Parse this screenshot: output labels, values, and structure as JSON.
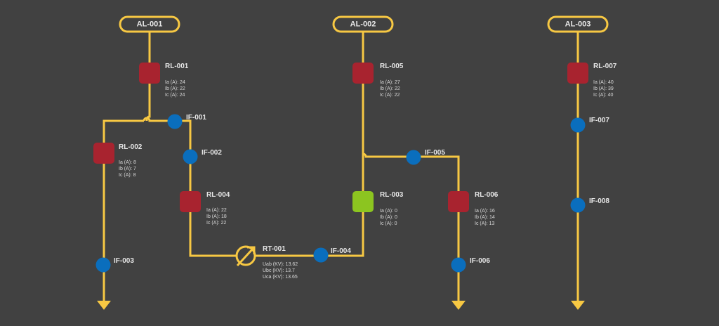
{
  "colors": {
    "background": "#414141",
    "wire": "#f7c843",
    "relay_closed": "#a8232f",
    "relay_open": "#8cc520",
    "fault_indicator": "#0a6ebd",
    "label_text": "#e6e6e6"
  },
  "lines": [
    {
      "id": "AL-001",
      "label": "AL-001"
    },
    {
      "id": "AL-002",
      "label": "AL-002"
    },
    {
      "id": "AL-003",
      "label": "AL-003"
    }
  ],
  "relays": [
    {
      "id": "RL-001",
      "label": "RL-001",
      "state": "closed",
      "measurements": [
        "Ia (A): 24",
        "Ib (A): 22",
        "Ic (A): 24"
      ]
    },
    {
      "id": "RL-002",
      "label": "RL-002",
      "state": "closed",
      "measurements": [
        "Ia (A): 8",
        "Ib (A): 7",
        "Ic (A): 8"
      ]
    },
    {
      "id": "RL-003",
      "label": "RL-003",
      "state": "open",
      "measurements": [
        "Ia (A): 0",
        "Ib (A): 0",
        "Ic (A): 0"
      ]
    },
    {
      "id": "RL-004",
      "label": "RL-004",
      "state": "closed",
      "measurements": [
        "Ia (A): 22",
        "Ib (A): 18",
        "Ic (A): 22"
      ]
    },
    {
      "id": "RL-005",
      "label": "RL-005",
      "state": "closed",
      "measurements": [
        "Ia (A): 27",
        "Ib (A): 22",
        "Ic (A): 22"
      ]
    },
    {
      "id": "RL-006",
      "label": "RL-006",
      "state": "closed",
      "measurements": [
        "Ia (A): 16",
        "Ib (A): 14",
        "Ic (A): 13"
      ]
    },
    {
      "id": "RL-007",
      "label": "RL-007",
      "state": "closed",
      "measurements": [
        "Ia (A): 40",
        "Ib (A): 39",
        "Ic (A): 40"
      ]
    }
  ],
  "fault_indicators": [
    {
      "id": "IF-001",
      "label": "IF-001"
    },
    {
      "id": "IF-002",
      "label": "IF-002"
    },
    {
      "id": "IF-003",
      "label": "IF-003"
    },
    {
      "id": "IF-004",
      "label": "IF-004"
    },
    {
      "id": "IF-005",
      "label": "IF-005"
    },
    {
      "id": "IF-006",
      "label": "IF-006"
    },
    {
      "id": "IF-007",
      "label": "IF-007"
    },
    {
      "id": "IF-008",
      "label": "IF-008"
    }
  ],
  "regulators": [
    {
      "id": "RT-001",
      "label": "RT-001",
      "icon": "voltage-regulator-icon",
      "measurements": [
        "Uab (KV): 13.62",
        "Ubc (KV): 13.7",
        "Uca (KV): 13.65"
      ]
    }
  ],
  "icons": {
    "relay": "relay-icon",
    "fault_indicator": "fault-indicator-icon",
    "load_arrow": "arrow-down-icon",
    "regulator": "voltage-regulator-icon"
  }
}
